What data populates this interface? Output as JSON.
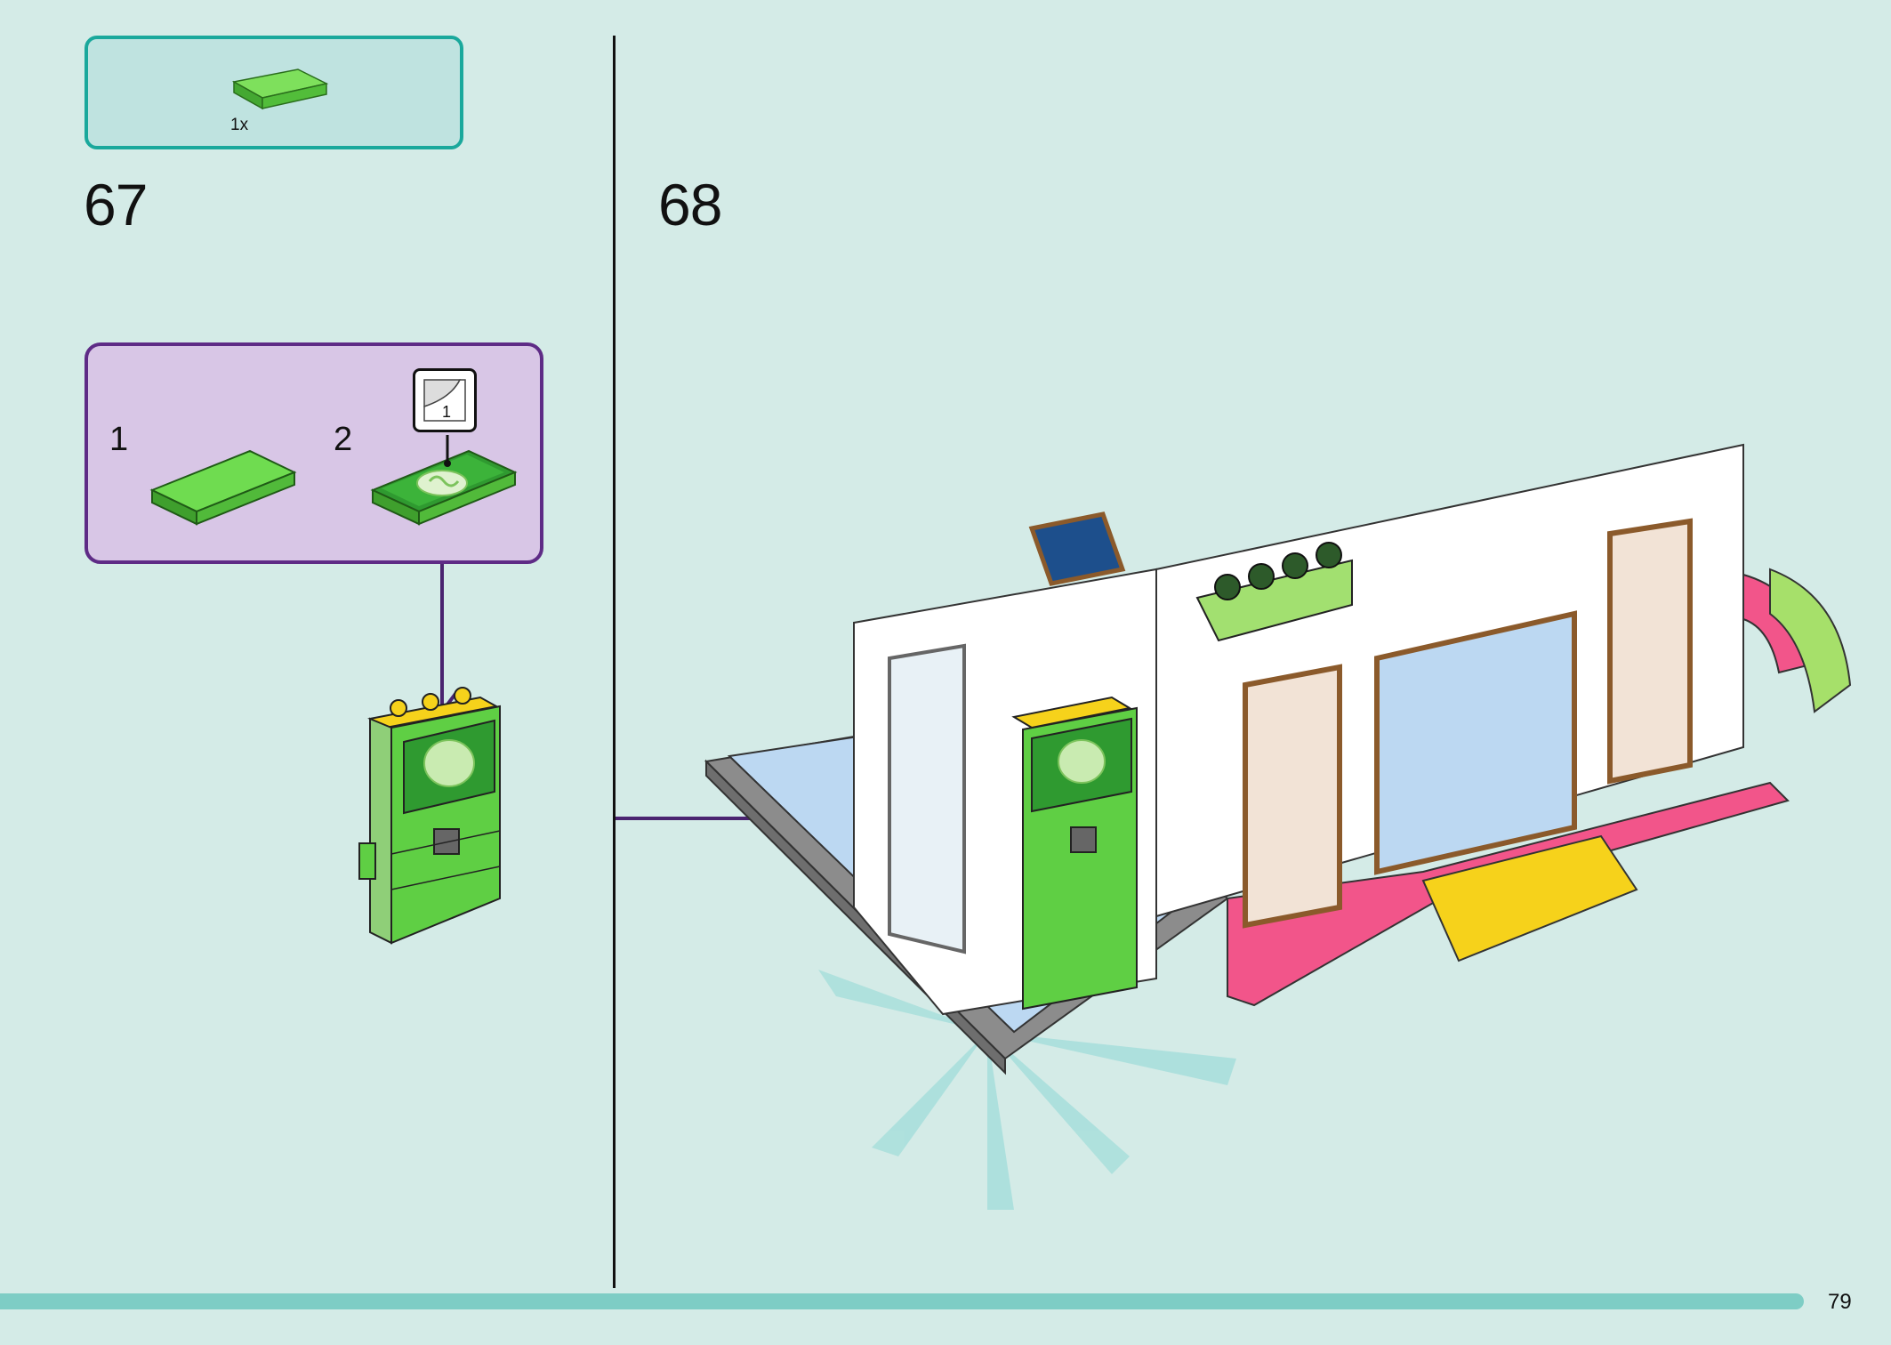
{
  "parts_list": {
    "quantity": "1x"
  },
  "steps": [
    {
      "number": "67"
    },
    {
      "number": "68"
    }
  ],
  "substeps": [
    {
      "number": "1"
    },
    {
      "number": "2"
    }
  ],
  "sticker": {
    "number": "1"
  },
  "page": {
    "number": "79"
  },
  "colors": {
    "background": "#d4ebe7",
    "parts_border": "#1aa89c",
    "substep_border": "#5e2b86",
    "substep_fill": "#d8c6e6",
    "brick_green": "#5fcf44",
    "brick_yellow": "#f6d21b",
    "brick_pink": "#f2558a",
    "footer_bar": "#7ecdc5"
  }
}
